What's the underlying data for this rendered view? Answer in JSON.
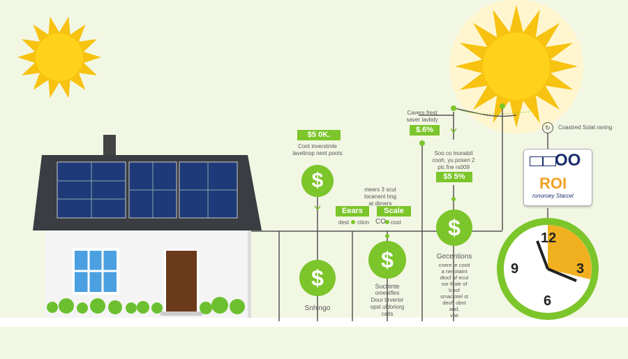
{
  "colors": {
    "accent": "#7cc52a",
    "roi": "#f0a020",
    "navy": "#1a2d6b",
    "sun": "#ffd21a"
  },
  "labels": {
    "investment_value": "$5 0K.",
    "investment_text": "Cont inverstmle\nlavelinop nent poots",
    "savings_text_top": "Cavers frest\nsaver lavbdy",
    "savings_value": "$.6%",
    "middle_text": "Soo co inunabit\ncooh, yu posen 2\npic fne rs009",
    "middle_value": "$5 5%",
    "meters_text": "meers 3 scut\nlocanent hng\nat dimers",
    "eears_badge": "Eears",
    "scale_badge": "Scale",
    "dest_text": "dest",
    "ction_text": "ction",
    "co_text": "CO",
    "cost_text": "cost",
    "shnhgo": "Snhingo",
    "suchinte_title": "Suchinte",
    "suchinte_text": "omentfles\nDour brverior\nopst uldoriorg\ncatts",
    "gecentions_title": "Gecentions",
    "gecentions_text": "cnere te cosit\na nenotaint\ndtocf af ecut\nvor thale of\nlcoof\nsmactotel st\ndeoft obnt\nand,\nvoe",
    "coastal_text": "Coastred Solat raning",
    "roi_oo": "OO",
    "roi_title": "ROI",
    "roi_sub": "ronoroey Starcel",
    "dollar": "$",
    "clock": [
      "12",
      "3",
      "6",
      "9"
    ]
  },
  "icons": [
    "sun-icon",
    "dollar-icon",
    "clock-icon",
    "house-illustration",
    "solar-panel-icon",
    "refresh-icon"
  ],
  "clock_roi_fill_fraction": 0.3
}
